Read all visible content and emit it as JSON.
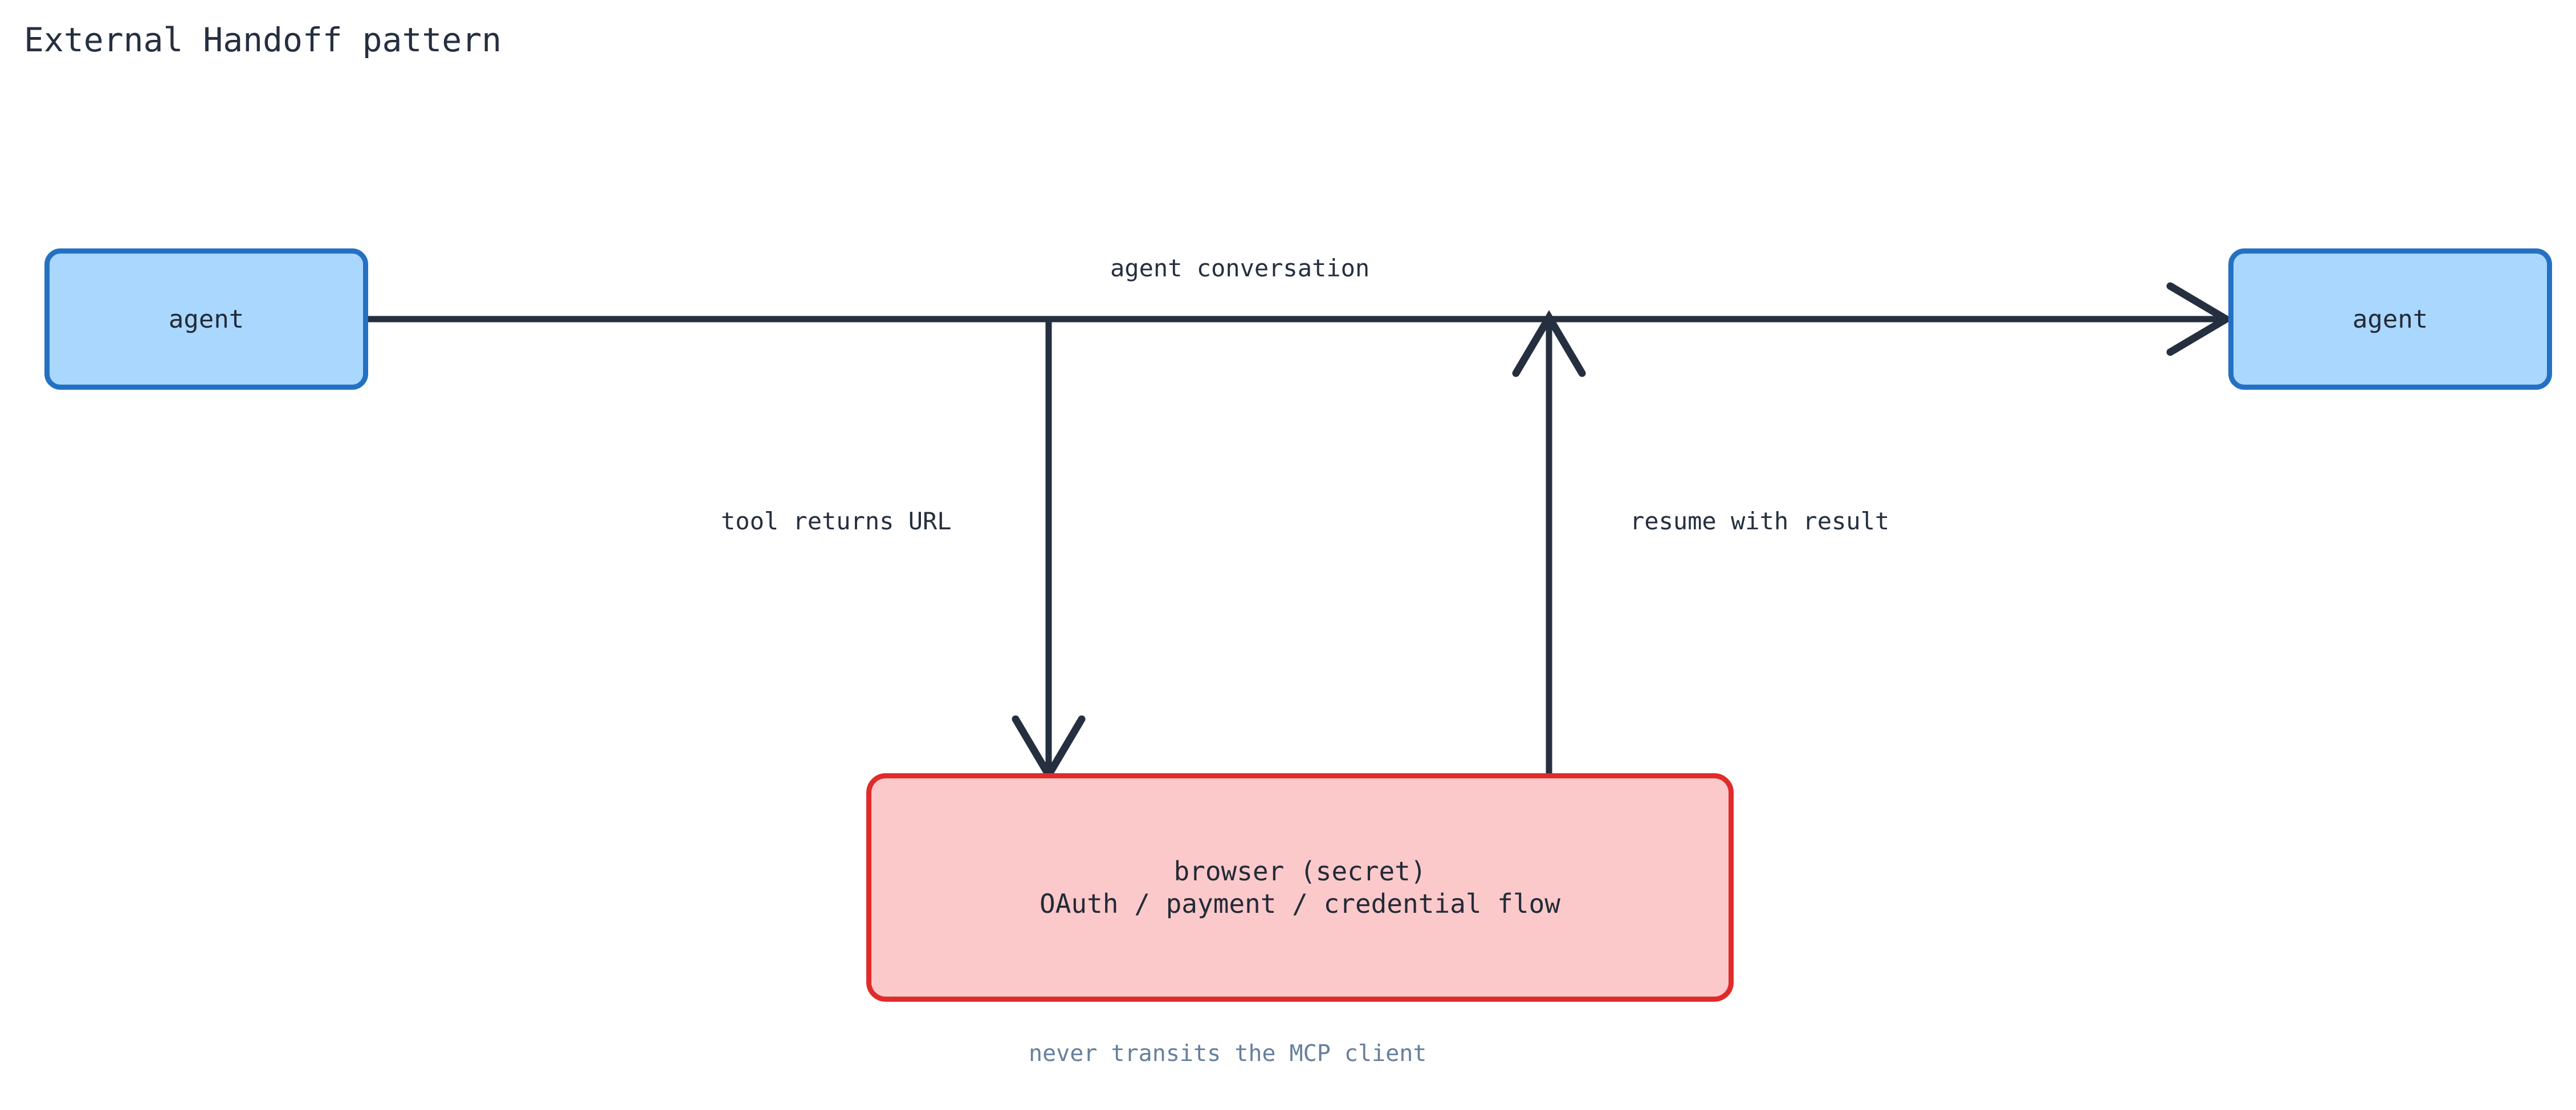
{
  "diagram": {
    "title": "External Handoff pattern",
    "colors": {
      "background": "#ffffff",
      "ink": "#252f3f",
      "agent_fill": "#aad7fe",
      "agent_stroke": "#2471c4",
      "browser_fill": "#fcc9cb",
      "browser_stroke": "#e02b2b",
      "caption": "#667f9c",
      "edge": "#252f3f"
    },
    "nodes": {
      "agent_left": {
        "label": "agent"
      },
      "agent_right": {
        "label": "agent"
      },
      "browser": {
        "line1": "browser (secret)",
        "line2": "OAuth / payment / credential flow"
      }
    },
    "edges": {
      "conversation": {
        "label": "agent conversation"
      },
      "tool_returns": {
        "label": "tool returns URL"
      },
      "resume": {
        "label": "resume with result"
      }
    },
    "caption": "never transits the MCP client"
  }
}
